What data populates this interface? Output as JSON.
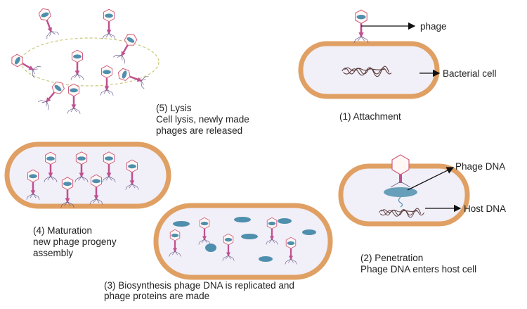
{
  "attachment": {
    "phage_label": "phage",
    "cell_label": "Bacterial cell",
    "caption": "(1) Attachment"
  },
  "penetration": {
    "phage_dna_label": "Phage DNA",
    "host_dna_label": "Host DNA",
    "caption": "(2) Penetration",
    "desc": "Phage DNA enters host  cell"
  },
  "biosynthesis": {
    "caption_line1": "(3) Biosynthesis phage DNA is replicated and",
    "caption_line2": "phage proteins are made"
  },
  "maturation": {
    "caption": "(4) Maturation",
    "desc_line1": "new phage progeny",
    "desc_line2": "assembly"
  },
  "lysis": {
    "caption": "(5) Lysis",
    "desc_line1": "Cell lysis, newly made",
    "desc_line2": "phages are released"
  },
  "colors": {
    "membrane": "#e0a064",
    "cytoplasm": "#f1eff8",
    "phage": "#c0508f",
    "capsid_dna": "#4f8fae"
  }
}
